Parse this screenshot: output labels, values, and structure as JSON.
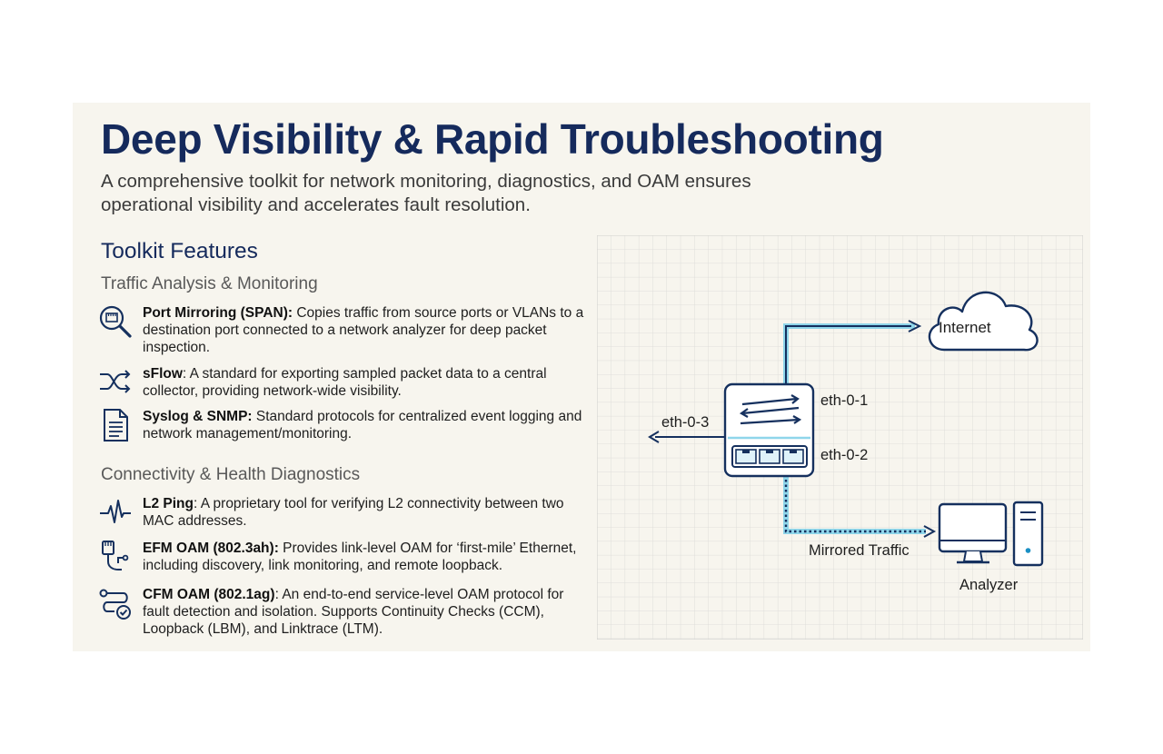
{
  "header": {
    "title": "Deep Visibility & Rapid Troubleshooting",
    "subtitle": "A comprehensive toolkit for network monitoring, diagnostics, and OAM ensures operational visibility and accelerates fault resolution."
  },
  "toolkit": {
    "heading": "Toolkit Features",
    "sections": [
      {
        "heading": "Traffic Analysis & Monitoring",
        "features": [
          {
            "icon": "magnifier-port-icon",
            "name": "Port Mirroring (SPAN):",
            "description": " Copies traffic from source ports or VLANs to a destination port connected to a network analyzer for deep packet inspection."
          },
          {
            "icon": "shuffle-arrows-icon",
            "name": "sFlow",
            "description": ": A standard for exporting sampled packet data to a central collector, providing network-wide visibility."
          },
          {
            "icon": "document-icon",
            "name": "Syslog & SNMP:",
            "description": " Standard protocols for centralized event logging and network management/monitoring."
          }
        ]
      },
      {
        "heading": "Connectivity & Health Diagnostics",
        "features": [
          {
            "icon": "pulse-icon",
            "name": "L2 Ping",
            "description": ": A proprietary tool for verifying L2 connectivity between two MAC addresses."
          },
          {
            "icon": "ethernet-cable-icon",
            "name": "EFM OAM (802.3ah):",
            "description": " Provides link-level OAM for ‘first-mile’ Ethernet, including discovery, link monitoring, and remote loopback."
          },
          {
            "icon": "path-check-icon",
            "name": "CFM OAM (802.1ag)",
            "description": ": An end-to-end service-level OAM protocol for fault detection and isolation. Supports Continuity Checks (CCM), Loopback (LBM), and Linktrace (LTM)."
          }
        ]
      }
    ]
  },
  "diagram": {
    "nodes": {
      "internet": "Internet",
      "analyzer": "Analyzer"
    },
    "ports": {
      "eth1": "eth-0-1",
      "eth2": "eth-0-2",
      "eth3": "eth-0-3"
    },
    "mirrored_label": "Mirrored Traffic",
    "colors": {
      "navy": "#15305e",
      "mirror_glow": "#8fd6ea",
      "grid": "#d8d8d8",
      "accent": "#1a8fc4"
    }
  }
}
